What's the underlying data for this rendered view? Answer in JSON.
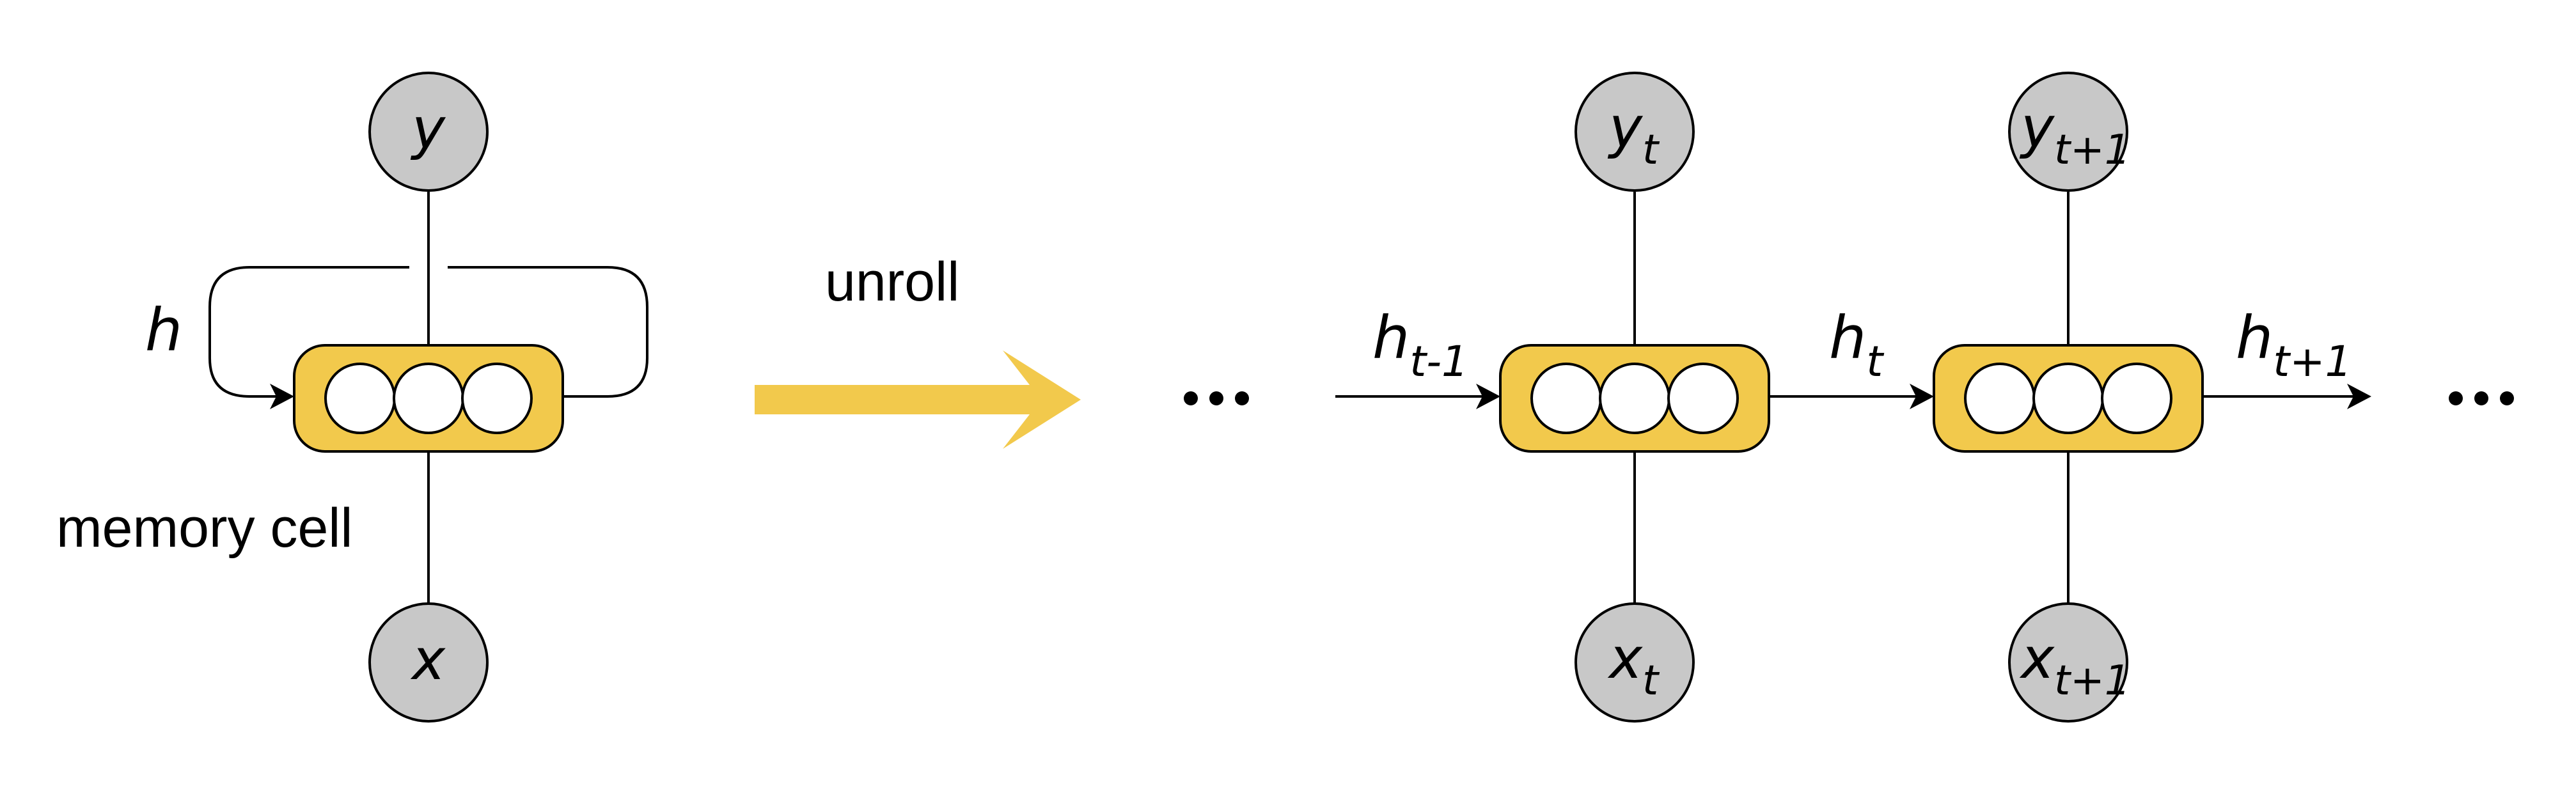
{
  "folded": {
    "output_label": "y",
    "input_label": "x",
    "loop_label": "h",
    "cell_caption": "memory cell"
  },
  "arrow": {
    "label": "unroll",
    "color": "#f2c94c"
  },
  "unrolled": {
    "leading_ellipsis": "•••",
    "trailing_ellipsis": "•••",
    "steps": [
      {
        "output": "y",
        "output_sub": "t",
        "input": "x",
        "input_sub": "t"
      },
      {
        "output": "y",
        "output_sub": "t+1",
        "input": "x",
        "input_sub": "t+1"
      }
    ],
    "hidden": [
      {
        "base": "h",
        "sub": "t-1"
      },
      {
        "base": "h",
        "sub": "t"
      },
      {
        "base": "h",
        "sub": "t+1"
      }
    ]
  },
  "colors": {
    "cell_fill": "#f2c94c",
    "node_fill": "#c8c8c8",
    "unit_fill": "#ffffff",
    "stroke": "#000000"
  }
}
